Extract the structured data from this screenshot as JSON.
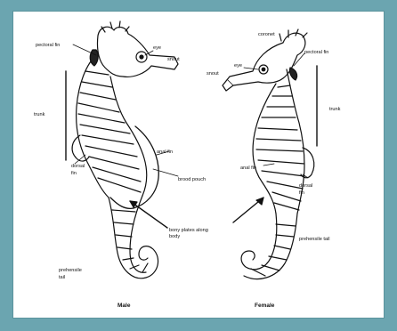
{
  "colors": {
    "frame": "#6ba5b0",
    "panel": "#ffffff",
    "ink": "#111111"
  },
  "male": {
    "title": "Male",
    "labels": {
      "pectoral_fin": "pectoral fin",
      "eye": "eye",
      "snout": "snout",
      "trunk": "trunk",
      "anal_fin": "anal fin",
      "dorsal_fin_line1": "dorsal",
      "dorsal_fin_line2": "fin",
      "brood_pouch": "brood pouch",
      "bony_plates_line1": "bony plates along",
      "bony_plates_line2": "body",
      "prehensile_line1": "prehensile",
      "prehensile_line2": "tail"
    }
  },
  "female": {
    "title": "Female",
    "labels": {
      "coronet": "coronet",
      "pectoral_fin": "pectoral fin",
      "eye": "eye",
      "snout": "snout",
      "trunk": "trunk",
      "anal_fin": "anal fin",
      "dorsal_fin_line1": "dorsal",
      "dorsal_fin_line2": "fin",
      "prehensile": "prehensile tail"
    }
  }
}
